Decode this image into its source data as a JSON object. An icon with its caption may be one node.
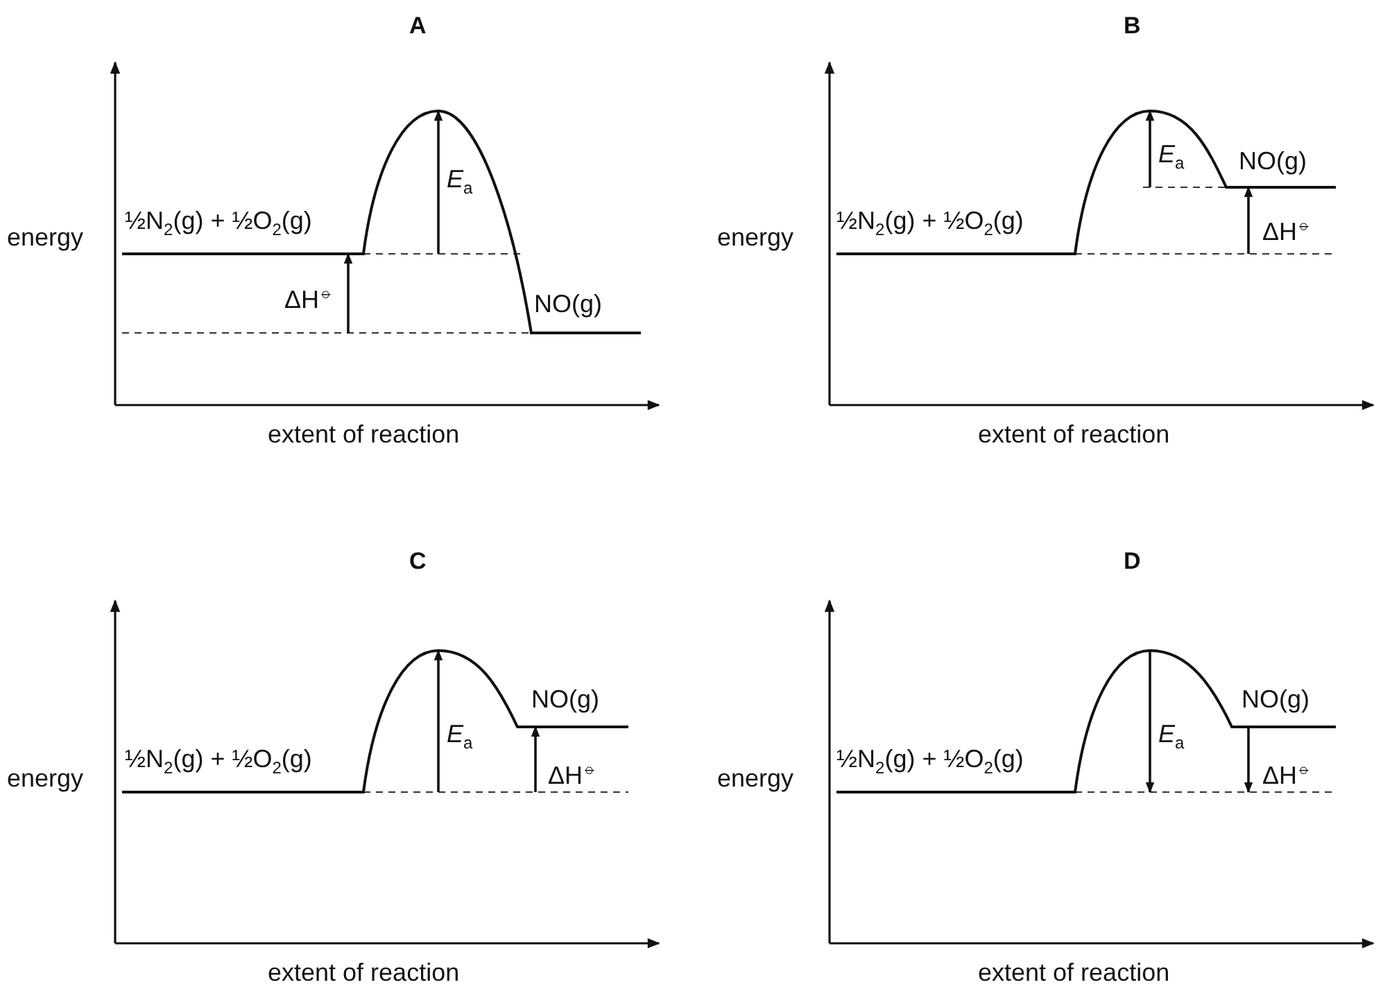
{
  "diagram": {
    "labels": [
      "A",
      "energy",
      "½N$_{2}$(g) + ½O$_{2}$(g)",
      "*E*$_{a}$",
      "ΔH$^{⦵}$",
      "NO(g)",
      "extent of reaction",
      "B",
      "energy",
      "½N$_{2}$(g) + ½O$_{2}$(g)",
      "*E*$_{a}$",
      "ΔH$^{⦵}$",
      "NO(g)",
      "extent of reaction",
      "C",
      "energy",
      "½N$_{2}$(g) + ½O$_{2}$(g)",
      "*E*$_{a}$",
      "ΔH$^{⦵}$",
      "NO(g)",
      "extent of reaction",
      "D",
      "energy",
      "½N$_{2}$(g) + ½O$_{2}$(g)",
      "*E*$_{a}$",
      "ΔH$^{⦵}$",
      "NO(g)",
      "extent of reaction"
    ]
  }
}
